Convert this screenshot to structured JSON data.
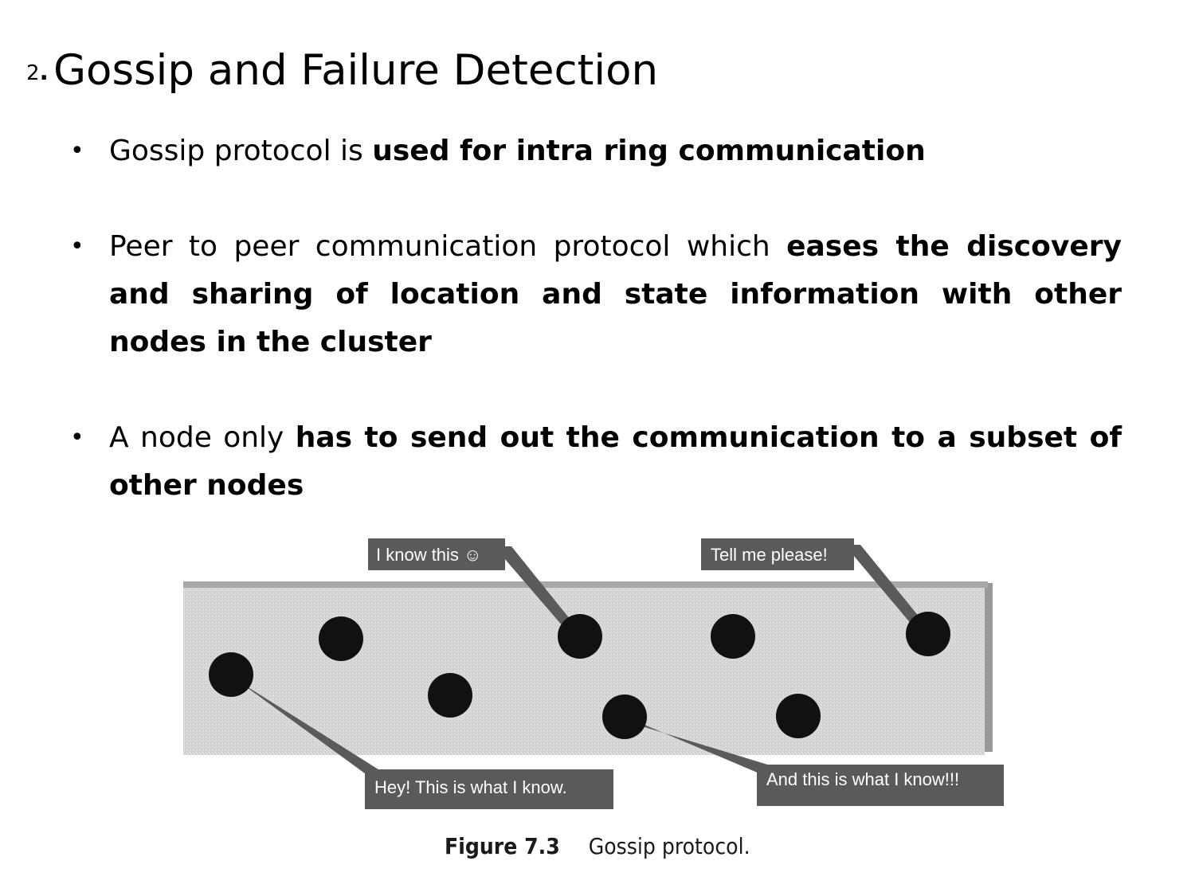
{
  "slide": {
    "number": "2",
    "number_dot": ".",
    "title": "Gossip and Failure Detection"
  },
  "bullets": [
    {
      "parts": [
        {
          "text": "Gossip protocol is ",
          "bold": false
        },
        {
          "text": "used for intra ring communication",
          "bold": true
        }
      ]
    },
    {
      "parts": [
        {
          "text": "Peer to peer communication protocol which ",
          "bold": false
        },
        {
          "text": "eases the discovery and sharing of location and state information with other nodes in the cluster",
          "bold": true
        }
      ]
    },
    {
      "parts": [
        {
          "text": "A node only ",
          "bold": false
        },
        {
          "text": "has to send out the communication to a  subset of other nodes",
          "bold": true
        }
      ]
    }
  ],
  "figure": {
    "callouts": {
      "top_left": "I know this ☺",
      "top_right": "Tell me please!",
      "bottom_left": "Hey! This is what I know.",
      "bottom_right": "And this is what I know!!!"
    },
    "caption_label": "Figure 7.3",
    "caption_text": "Gossip protocol."
  },
  "colors": {
    "band": "#d4d4d4",
    "node": "#111111",
    "callout_bg": "#5a5a5a"
  }
}
